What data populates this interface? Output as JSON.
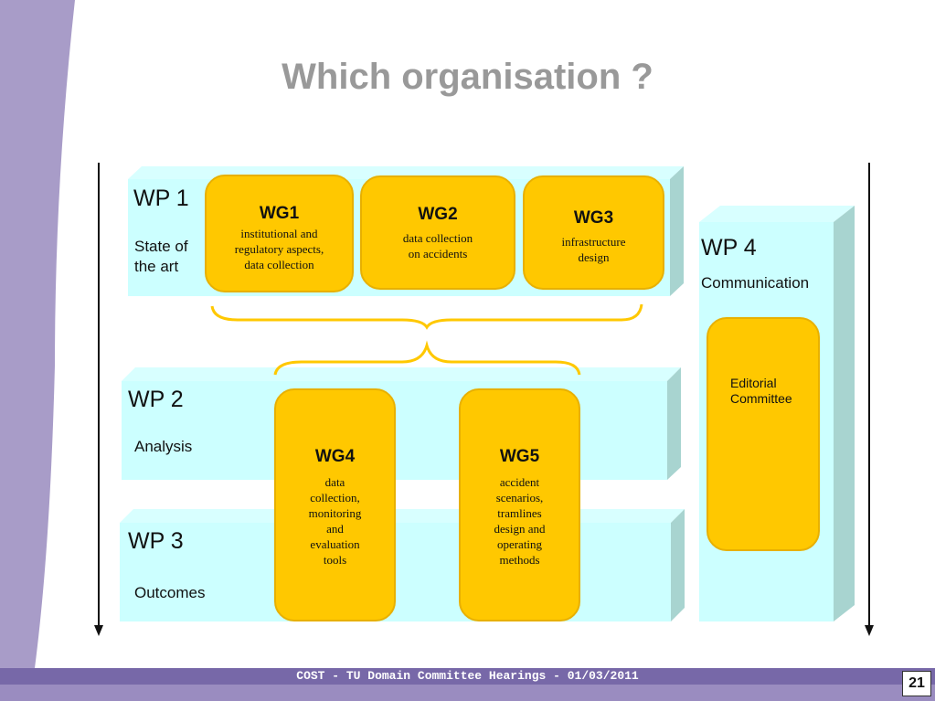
{
  "title": "Which organisation ?",
  "wp1": {
    "label": "WP 1",
    "sub_line1": "State of",
    "sub_line2": "the art"
  },
  "wp2": {
    "label": "WP 2",
    "sub": "Analysis"
  },
  "wp3": {
    "label": "WP 3",
    "sub": "Outcomes"
  },
  "wp4": {
    "label": "WP 4",
    "sub": "Communication",
    "box_line1": "Editorial",
    "box_line2": "Committee"
  },
  "wg1": {
    "title": "WG1",
    "line1": "institutional and",
    "line2": "regulatory aspects,",
    "line3": "data collection"
  },
  "wg2": {
    "title": "WG2",
    "line1": "data collection",
    "line2": "on accidents"
  },
  "wg3": {
    "title": "WG3",
    "line1": "infrastructure",
    "line2": "design"
  },
  "wg4": {
    "title": "WG4",
    "line1": "data",
    "line2": "collection,",
    "line3": "monitoring",
    "line4": "and",
    "line5": "evaluation",
    "line6": "tools"
  },
  "wg5": {
    "title": "WG5",
    "line1": "accident",
    "line2": "scenarios,",
    "line3": "tramlines",
    "line4": "design and",
    "line5": "operating",
    "line6": "methods"
  },
  "footer": {
    "text": "COST - TU Domain Committee Hearings - 01/03/2011",
    "page": "21"
  },
  "colors": {
    "wg_fill": "#ffc800",
    "panel_face": "#ccffff",
    "panel_side": "#a8d4d0",
    "sidebar": "#a89cc8",
    "title": "#999999"
  }
}
